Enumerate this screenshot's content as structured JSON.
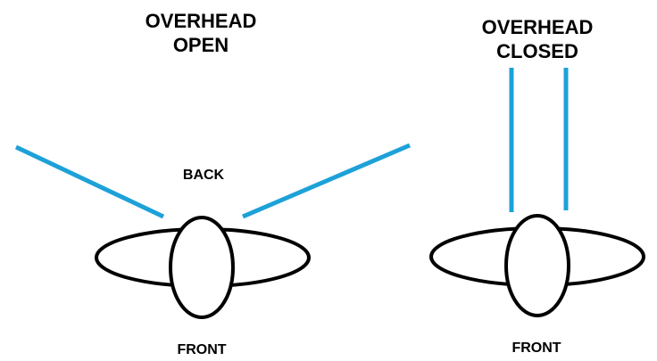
{
  "panels": {
    "open": {
      "title_line1": "OVERHEAD",
      "title_line2": "OPEN",
      "back_label": "BACK",
      "front_label": "FRONT"
    },
    "closed": {
      "title_line1": "OVERHEAD",
      "title_line2": "CLOSED",
      "front_label": "FRONT"
    }
  },
  "colors": {
    "arm": "#1da1d8",
    "outline": "#000000",
    "text": "#000000",
    "background": "#ffffff"
  }
}
